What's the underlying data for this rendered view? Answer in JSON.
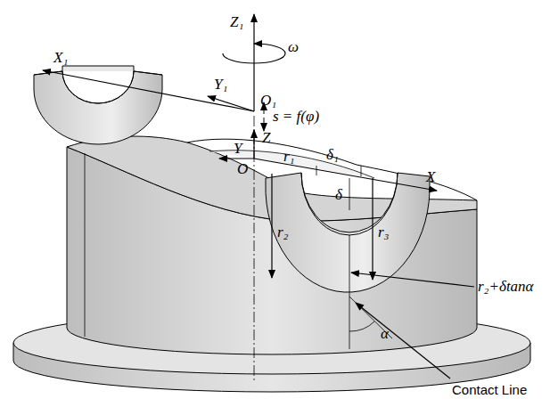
{
  "diagram": {
    "labels": [
      "Z₁",
      "ω",
      "X₁",
      "Y₁",
      "O₁",
      "s = f(φ)",
      "Z",
      "Y",
      "O",
      "r₁",
      "δ₁",
      "δ",
      "X",
      "r₂",
      "r₃",
      "r₂+δtanα",
      "α",
      "Contact Line"
    ]
  }
}
